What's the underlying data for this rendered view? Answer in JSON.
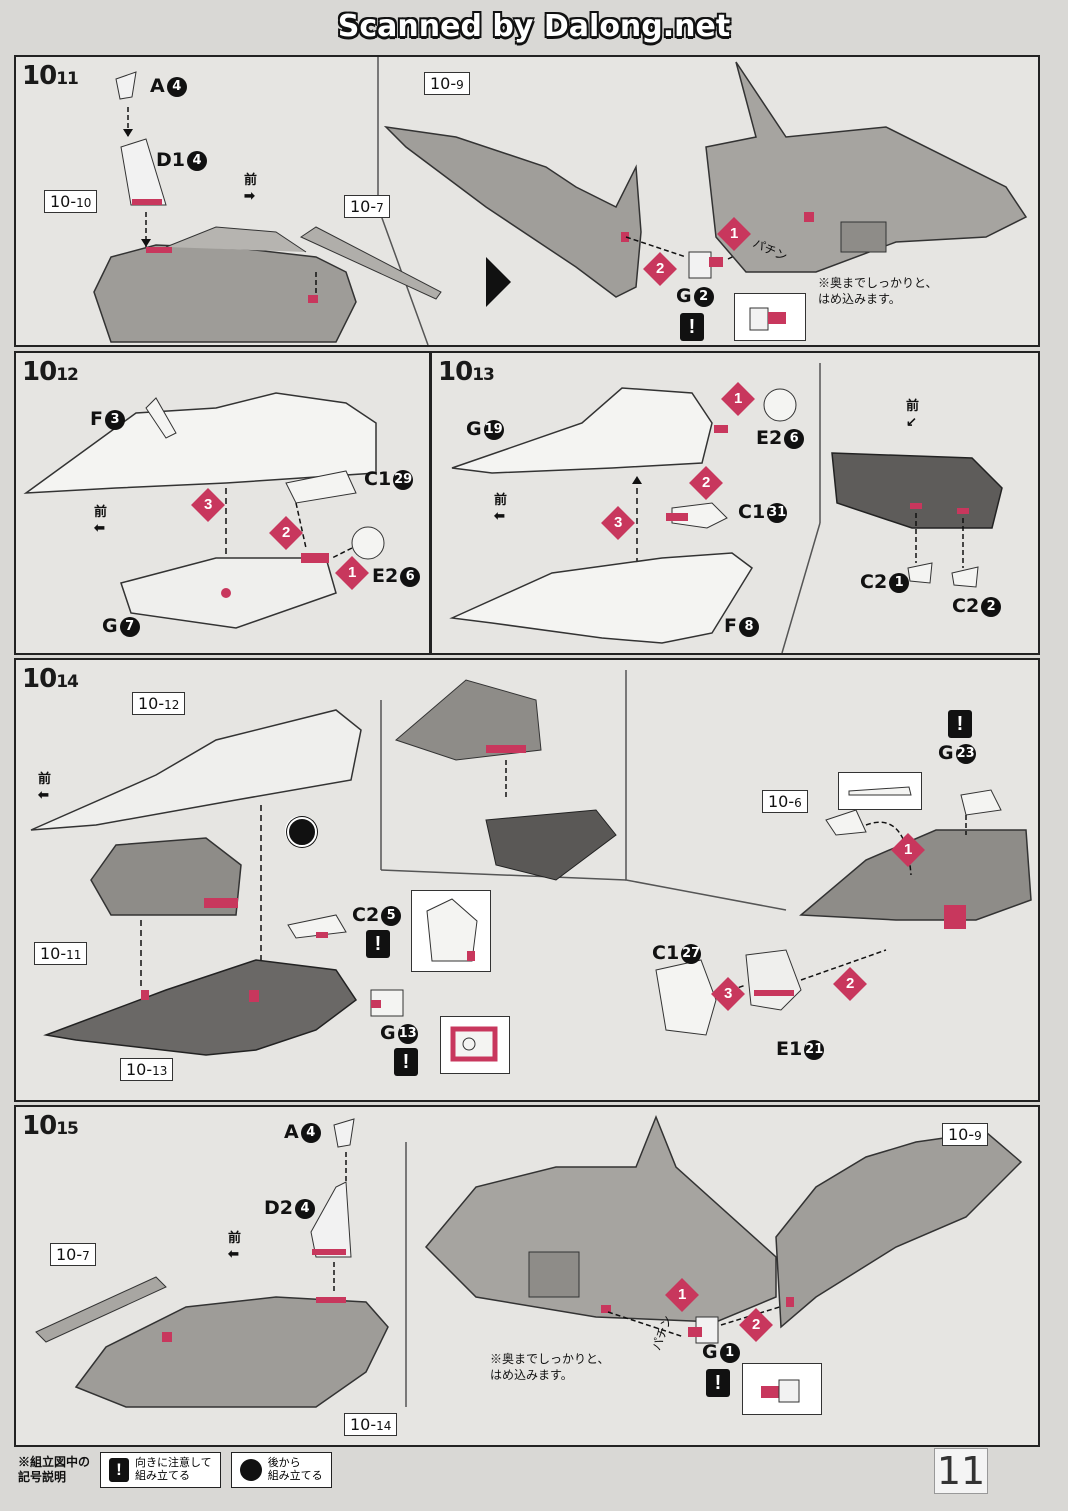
{
  "banner": "Scanned by Dalong.net",
  "steps": {
    "s10_11": {
      "main": "10",
      "sub": "11"
    },
    "s10_12": {
      "main": "10",
      "sub": "12"
    },
    "s10_13": {
      "main": "10",
      "sub": "13"
    },
    "s10_14": {
      "main": "10",
      "sub": "14"
    },
    "s10_15": {
      "main": "10",
      "sub": "15"
    }
  },
  "refs": {
    "r10_10": {
      "main": "10",
      "sub": "10"
    },
    "r10_7": {
      "main": "10",
      "sub": "7"
    },
    "r10_9": {
      "main": "10",
      "sub": "9"
    },
    "r10_12": {
      "main": "10",
      "sub": "12"
    },
    "r10_11": {
      "main": "10",
      "sub": "11"
    },
    "r10_13": {
      "main": "10",
      "sub": "13"
    },
    "r10_6": {
      "main": "10",
      "sub": "6"
    },
    "r10_7b": {
      "main": "10",
      "sub": "7"
    },
    "r10_14": {
      "main": "10",
      "sub": "14"
    },
    "r10_9b": {
      "main": "10",
      "sub": "9"
    }
  },
  "parts": {
    "a4_top": {
      "letter": "A",
      "num": "4"
    },
    "d1_4": {
      "letter": "D1",
      "num": "4"
    },
    "g2": {
      "letter": "G",
      "num": "2"
    },
    "f3": {
      "letter": "F",
      "num": "3"
    },
    "c1_29": {
      "letter": "C1",
      "num": "29"
    },
    "e2_6a": {
      "letter": "E2",
      "num": "6"
    },
    "g7": {
      "letter": "G",
      "num": "7"
    },
    "g19": {
      "letter": "G",
      "num": "19"
    },
    "e2_6b": {
      "letter": "E2",
      "num": "6"
    },
    "c1_31": {
      "letter": "C1",
      "num": "31"
    },
    "f8": {
      "letter": "F",
      "num": "8"
    },
    "c2_1": {
      "letter": "C2",
      "num": "1"
    },
    "c2_2": {
      "letter": "C2",
      "num": "2"
    },
    "c2_5": {
      "letter": "C2",
      "num": "5"
    },
    "g13": {
      "letter": "G",
      "num": "13"
    },
    "g23": {
      "letter": "G",
      "num": "23"
    },
    "c1_27": {
      "letter": "C1",
      "num": "27"
    },
    "e1_21": {
      "letter": "E1",
      "num": "21"
    },
    "a4_bot": {
      "letter": "A",
      "num": "4"
    },
    "d2_4": {
      "letter": "D2",
      "num": "4"
    },
    "g1": {
      "letter": "G",
      "num": "1"
    }
  },
  "front_label": "前",
  "snap_sound": "パチン",
  "push_note": {
    "line1": "※奥までしっかりと、",
    "line2": "はめ込みます。"
  },
  "legend": {
    "title_line1": "※組立図中の",
    "title_line2": "記号説明",
    "caution_line1": "向きに注意して",
    "caution_line2": "組み立てる",
    "back_line1": "後から",
    "back_line2": "組み立てる"
  },
  "page_number": "11",
  "colors": {
    "accent_pink": "#c8375d",
    "ink": "#111111"
  }
}
